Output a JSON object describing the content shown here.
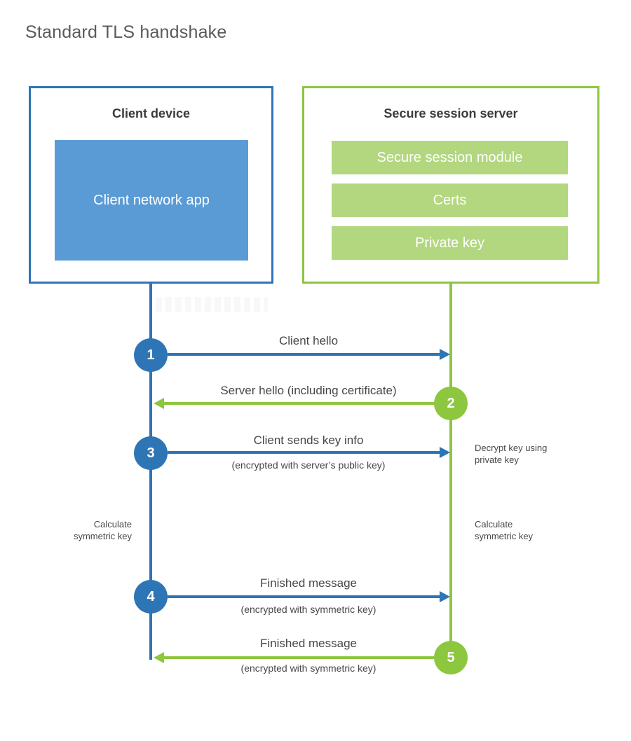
{
  "title": "Standard TLS handshake",
  "colors": {
    "blue": "#2e75b6",
    "blue_fill": "#5b9bd5",
    "green": "#8dc63f",
    "green_fill": "#b2d77e"
  },
  "client_box": {
    "title": "Client device",
    "app_label": "Client network app"
  },
  "server_box": {
    "title": "Secure session server",
    "modules": [
      "Secure session module",
      "Certs",
      "Private key"
    ]
  },
  "messages": [
    {
      "num": "1",
      "label": "Client hello",
      "sub": "",
      "direction": "client-to-server"
    },
    {
      "num": "2",
      "label": "Server hello (including certificate)",
      "sub": "",
      "direction": "server-to-client"
    },
    {
      "num": "3",
      "label": "Client sends key info",
      "sub": "(encrypted with server’s public key)",
      "direction": "client-to-server",
      "note": "Decrypt key using private key"
    },
    {
      "num": "4",
      "label": "Finished message",
      "sub": "(encrypted with symmetric key)",
      "direction": "client-to-server"
    },
    {
      "num": "5",
      "label": "Finished message",
      "sub": "(encrypted with symmetric key)",
      "direction": "server-to-client"
    }
  ],
  "side_notes": {
    "left": "Calculate symmetric key",
    "right": "Calculate symmetric key"
  }
}
